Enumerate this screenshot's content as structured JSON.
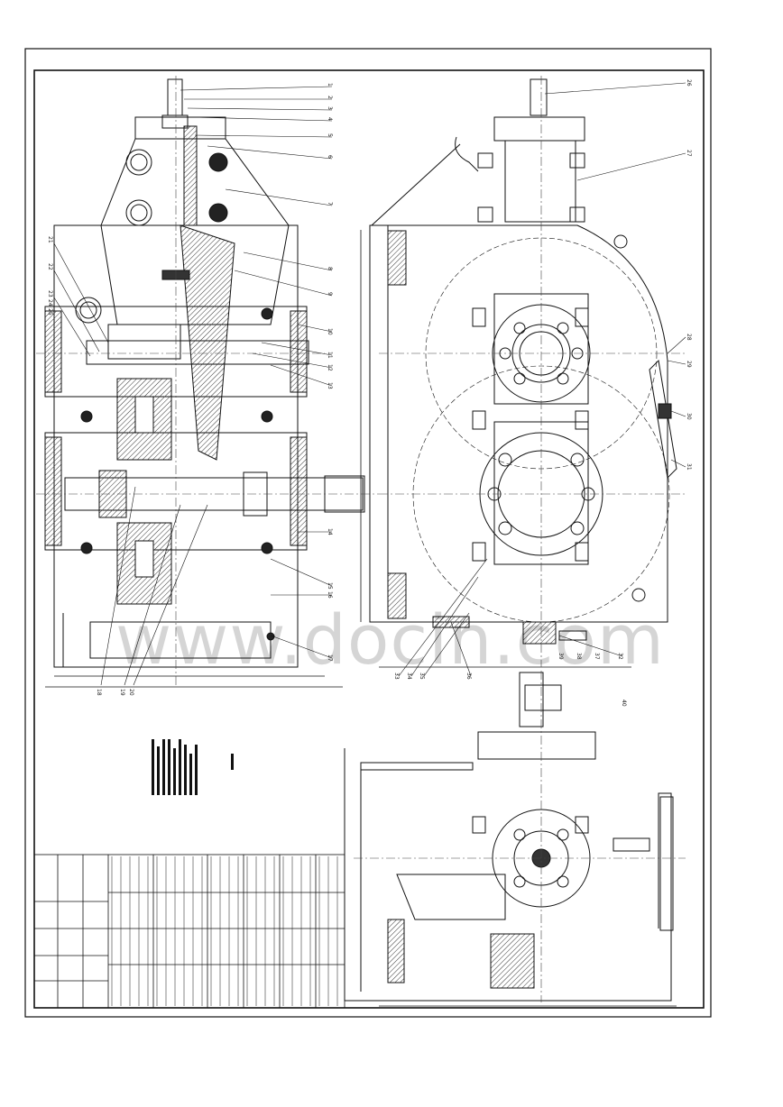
{
  "watermark": "www.docin.com",
  "part_labels_left": [
    "1",
    "2",
    "3",
    "4",
    "5",
    "6",
    "7",
    "8",
    "9",
    "10",
    "11",
    "12",
    "13",
    "14",
    "15",
    "16",
    "17",
    "18",
    "19",
    "20",
    "21",
    "22",
    "23",
    "24",
    "25"
  ],
  "part_labels_right": [
    "26",
    "27",
    "28",
    "29",
    "30",
    "31",
    "32",
    "33",
    "34",
    "35",
    "36",
    "37",
    "38",
    "39",
    "40"
  ],
  "colors": {
    "line": "#111111",
    "hatch": "#333333",
    "center": "#444444",
    "paper": "#ffffff"
  }
}
